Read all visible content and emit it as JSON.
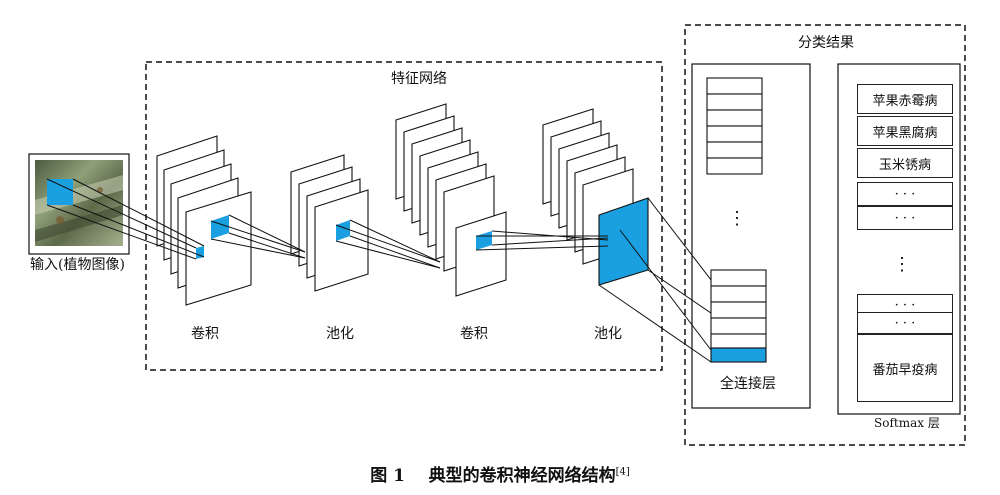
{
  "diagram": {
    "feature_network_label": "特征网络",
    "classification_label": "分类结果",
    "input_label": "输入(植物图像)",
    "layers": [
      {
        "label": "卷积"
      },
      {
        "label": "池化"
      },
      {
        "label": "卷积"
      },
      {
        "label": "池化"
      }
    ],
    "fc_label": "全连接层",
    "softmax_label": "Softmax 层",
    "ellipsis_vertical": "⋮",
    "results": [
      "苹果赤霉病",
      "苹果黑腐病",
      "玉米锈病",
      "· · ·",
      "· · ·",
      "· · ·",
      "· · ·",
      "番茄早疫病"
    ]
  },
  "caption": {
    "prefix": "图 1",
    "title": "典型的卷积神经网络结构",
    "ref": "[4]"
  },
  "colors": {
    "highlight": "#1a9fe0",
    "line": "#111111"
  }
}
